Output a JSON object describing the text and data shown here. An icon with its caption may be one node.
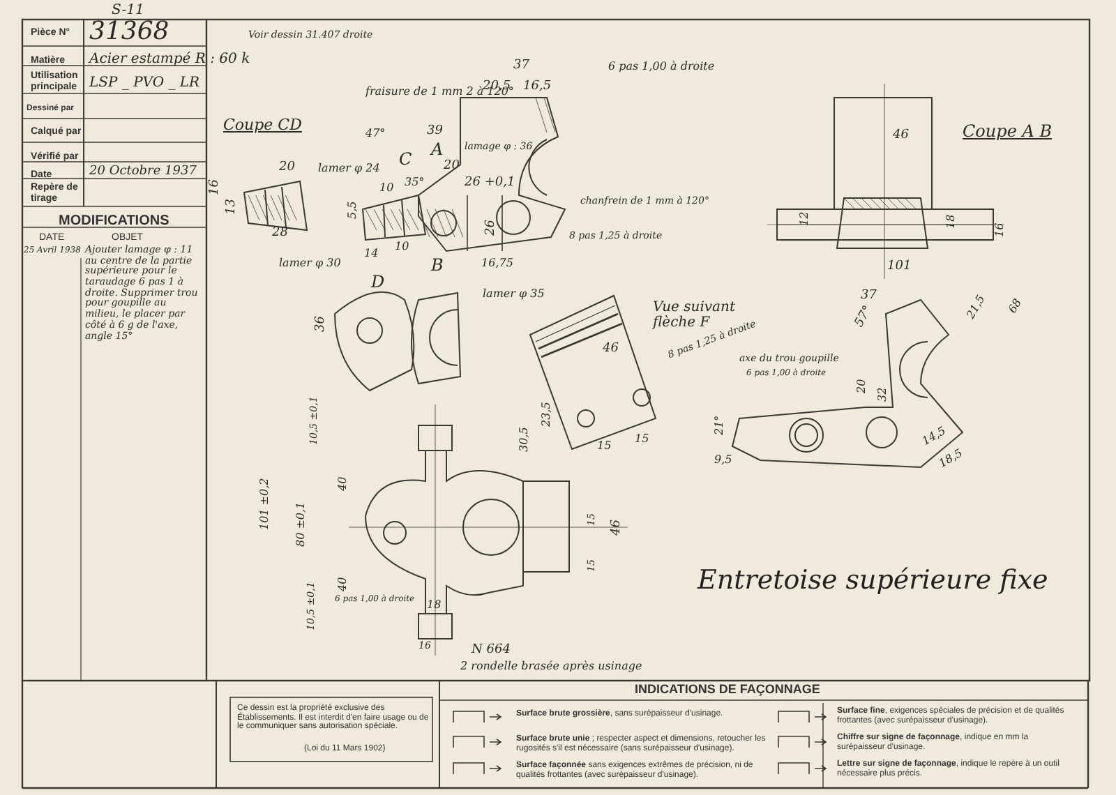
{
  "diagram": {
    "title": "Entretoise supérieure fixe",
    "labels": [
      "S-11",
      "Pièce N°",
      "31368",
      "Matière",
      "Acier estampé R : 60 k",
      "Utilisation principale",
      "LSP _ PVO _ LR",
      "Dessiné par",
      "Calqué par",
      "Vérifié par",
      "Date",
      "20 Octobre 1937",
      "Repère de tirage",
      "MODIFICATIONS",
      "DATE",
      "OBJET",
      "25 Avril 1938",
      "Ajouter lamage φ : 11 au centre de la partie supérieure pour le taraudage 6 pas 1 à droite. Supprimer trou pour goupille au milieu, le placer par côté à 6 g de l'axe, angle 15°",
      "Voir dessin 31.407 droite",
      "Coupe CD",
      "37",
      "20,5",
      "16,5",
      "6 pas 1,00 à droite",
      "fraisure de 1 mm 2 à 120°",
      "39",
      "A",
      "lamage φ : 36",
      "20",
      "26 +0,1",
      "C",
      "47°",
      "20",
      "lamer φ 24",
      "10",
      "35°",
      "16",
      "13",
      "28",
      "5,5",
      "lamer φ 30",
      "14",
      "10",
      "26",
      "chanfrein de 1 mm à 120°",
      "8 pas 1,25 à droite",
      "B",
      "16,75",
      "D",
      "lamer φ 35",
      "36",
      "Vue suivant flèche F",
      "46",
      "8 pas 1,25 à droite",
      "23,5",
      "30,5",
      "15",
      "15",
      "Coupe A B",
      "46",
      "12",
      "18",
      "16",
      "101",
      "37",
      "57°",
      "21,5",
      "68",
      "axe du trou goupille",
      "6 pas 1,00 à droite",
      "20",
      "32",
      "21°",
      "9,5",
      "14,5",
      "18,5",
      "101 ±0,2",
      "80 ±0,1",
      "40",
      "40",
      "10,5 ±0,1",
      "10,5 ±0,1",
      "18",
      "46",
      "15",
      "15",
      "6 pas 1,00 à droite",
      "16",
      "N 664",
      "2 rondelle brasée après usinage",
      "Ce dessin est la propriété exclusive des Établissements. Il est interdit d'en faire usage ou de le communiquer sans autorisation spéciale.",
      "(Loi du 11 Mars 1902)",
      "INDICATIONS DE FAÇONNAGE",
      "**Surface brute grossière**, sans surépaisseur d'usinage.",
      "**Surface brute unie** ; respecter aspect et dimensions, retoucher les rugosités s'il est nécessaire (sans surépaisseur d'usinage).",
      "**Surface façonnée** sans exigences extrêmes de précision, ni de qualités frottantes (avec surépaisseur d'usinage).",
      "**Surface fine**, exigences spéciales de précision et de qualités frottantes (avec surépaisseur d'usinage).",
      "**Chiffre sur signe de façonnage**, indique en mm la surépaisseur d'usinage.",
      "**Lettre sur signe de façonnage**, indique le repère à un outil nécessaire plus précis."
    ]
  }
}
